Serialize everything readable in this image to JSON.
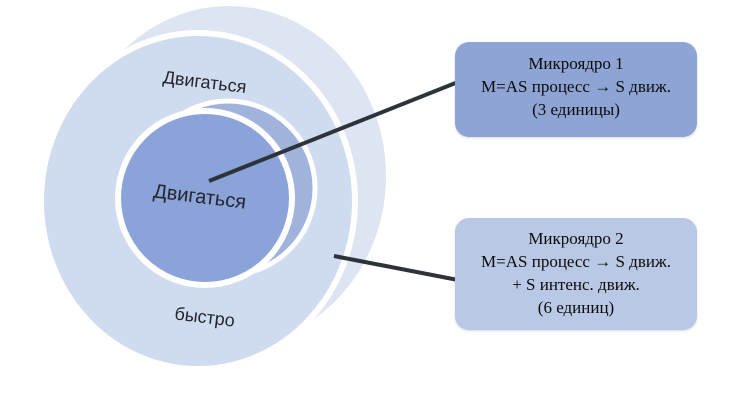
{
  "venn": {
    "outer_top_label": "Двигаться",
    "inner_label": "Двигаться",
    "outer_bottom_label": "быстро"
  },
  "callouts": [
    {
      "title": "Микроядро 1",
      "lines": [
        "M=AS процесс → S движ.",
        "(3 единицы)"
      ]
    },
    {
      "title": "Микроядро 2",
      "lines": [
        "M=AS процесс → S движ.",
        "+ S интенс. движ.",
        "(6 единиц)"
      ]
    }
  ],
  "colors": {
    "outer_back_fill": "#dde5f3",
    "outer_front_fill": "#cfdbee",
    "inner_back_fill": "#9fb3dd",
    "inner_front_fill": "#8aa3d8",
    "ring_stroke": "#ffffff",
    "connector": "#2e333b",
    "label_text": "#23262e",
    "callout1_fill": "#8da4d4",
    "callout2_fill": "#b9c8e4"
  }
}
